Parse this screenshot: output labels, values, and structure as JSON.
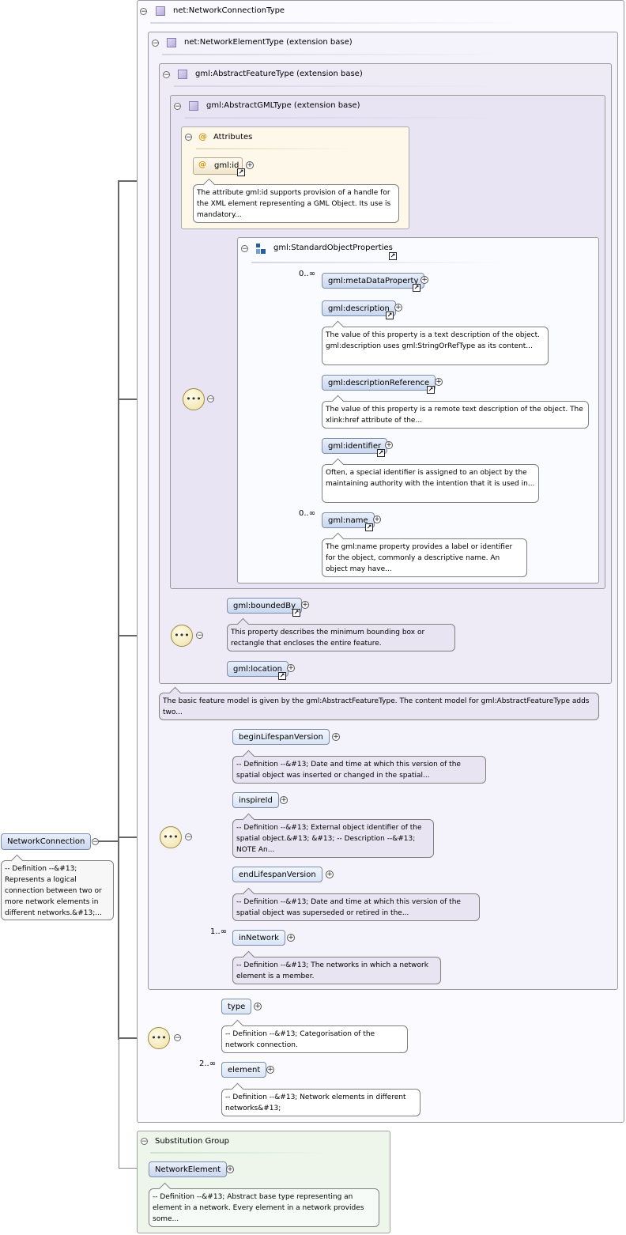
{
  "root": {
    "name": "NetworkConnection",
    "doc": "-- Definition --&#13; Represents a logical connection between two or more network elements in different networks.&#13;..."
  },
  "types": {
    "network_connection_type": "net:NetworkConnectionType",
    "network_element_type": "net:NetworkElementType (extension base)",
    "abstract_feature_type": "gml:AbstractFeatureType (extension base)",
    "abstract_gml_type": "gml:AbstractGMLType (extension base)"
  },
  "attributes": {
    "header": "Attributes",
    "id_name": "gml:id",
    "id_doc": "The attribute gml:id supports provision of a handle for the XML element representing a GML Object. Its use is mandatory..."
  },
  "standard_object_properties": {
    "group_name": "gml:StandardObjectProperties",
    "items": [
      {
        "name": "gml:metaDataProperty",
        "card": "0..∞",
        "doc": ""
      },
      {
        "name": "gml:description",
        "card": "",
        "doc": "The value of this property is a text description of the object. gml:description uses gml:StringOrRefType as its content..."
      },
      {
        "name": "gml:descriptionReference",
        "card": "",
        "doc": "The value of this property is a remote text description of the object. The xlink:href attribute of the..."
      },
      {
        "name": "gml:identifier",
        "card": "",
        "doc": "Often, a special identifier is assigned to an object by the maintaining authority with the intention that it is used in..."
      },
      {
        "name": "gml:name",
        "card": "0..∞",
        "doc": "The gml:name property provides a label or identifier for the object, commonly a descriptive name. An object may have..."
      }
    ]
  },
  "feature_props": [
    {
      "name": "gml:boundedBy",
      "doc": "This property describes the minimum bounding box or rectangle that encloses the entire feature."
    },
    {
      "name": "gml:location",
      "doc": ""
    }
  ],
  "abstract_feature_doc": "The basic feature model is given by the gml:AbstractFeatureType. The content model for gml:AbstractFeatureType adds two...",
  "network_element_props": [
    {
      "name": "beginLifespanVersion",
      "card": "",
      "doc": "-- Definition --&#13; Date and time at which this version of the spatial object was inserted or changed in the spatial..."
    },
    {
      "name": "inspireId",
      "card": "",
      "doc": "-- Definition --&#13; External object identifier of the spatial object.&#13; &#13; -- Description --&#13; NOTE An..."
    },
    {
      "name": "endLifespanVersion",
      "card": "",
      "doc": "-- Definition --&#13; Date and time at which this version of the spatial object was superseded or retired in the..."
    },
    {
      "name": "inNetwork",
      "card": "1..∞",
      "doc": "-- Definition --&#13; The networks in which a network element is a member."
    }
  ],
  "connection_props": [
    {
      "name": "type",
      "card": "",
      "doc": "-- Definition --&#13; Categorisation of the network connection."
    },
    {
      "name": "element",
      "card": "2..∞",
      "doc": "-- Definition --&#13; Network elements in different networks&#13;"
    }
  ],
  "substitution_group": {
    "header": "Substitution Group",
    "name": "NetworkElement",
    "doc": "-- Definition --&#13; Abstract base type representing an element in a network. Every element in a network provides some..."
  },
  "symbols": {
    "collapse": "−",
    "expand": "+",
    "ref_arrow": "↗",
    "at": "@",
    "sequence": "•••"
  }
}
